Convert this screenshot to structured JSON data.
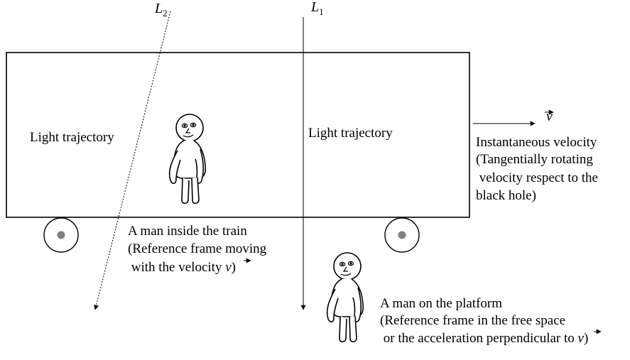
{
  "labels": {
    "l2": "L",
    "l2_sub": "2",
    "l1": "L",
    "l1_sub": "1",
    "v_symbol": "v",
    "light_trajectory_left": "Light trajectory",
    "light_trajectory_right": "Light trajectory",
    "instantaneous_velocity": [
      "Instantaneous velocity",
      "(Tangentially rotating",
      " velocity respect to the",
      "black hole)"
    ],
    "man_inside_train": {
      "line1": "A man inside the train",
      "line2": "(Reference frame moving",
      "line3_pre": " with the velocity ",
      "line3_sym": "v",
      "line3_post": ")"
    },
    "man_on_platform": {
      "line1": "A man on the platform",
      "line2": "(Reference frame in the free space",
      "line3_pre": " or the acceleration perpendicular to ",
      "line3_sym": "v",
      "line3_post": ")"
    }
  },
  "colors": {
    "ink": "#000000",
    "wheel_hub": "#808080",
    "background": "#ffffff"
  }
}
